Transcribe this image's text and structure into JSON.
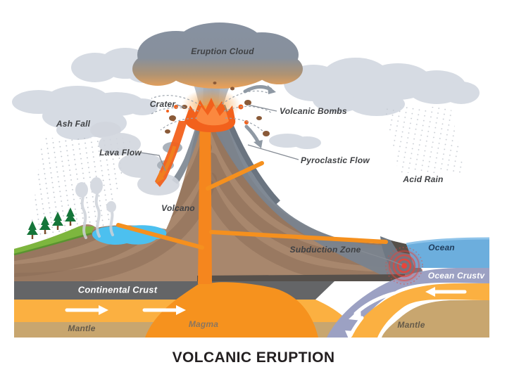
{
  "title": "VOLCANIC ERUPTION",
  "labels": {
    "eruption_cloud": "Eruption Cloud",
    "crater": "Crater",
    "ash_fall": "Ash Fall",
    "lava_flow": "Lava Flow",
    "volcanic_bombs": "Volcanic Bombs",
    "pyroclastic_flow": "Pyroclastic Flow",
    "acid_rain": "Acid Rain",
    "volcano": "Volcano",
    "subduction_zone": "Subduction Zone",
    "ocean": "Ocean",
    "ocean_crust": "Ocean Crustv",
    "continental_crust": "Continental Crust",
    "mantle_left": "Mantle",
    "magma": "Magma",
    "mantle_right": "Mantle"
  },
  "colors": {
    "background": "#ffffff",
    "ash_cloud": "#d6dbe3",
    "eruption_cloud_top": "#8791a0",
    "eruption_cloud_glow": "#eaa159",
    "volcano_brown": "#a8876d",
    "volcano_stripe": "#8d6e57",
    "slope_gray": "#79838e",
    "lava_orange": "#f2611c",
    "magma_orange": "#f6921e",
    "asthenosphere_orange": "#fbb041",
    "continental_crust_gray": "#646567",
    "mantle_tan": "#c8a66f",
    "ocean_blue": "#6caedd",
    "ocean_crust_lavender": "#9ca1c3",
    "lake_blue": "#4cc0ef",
    "grass_green": "#7db63e",
    "tree_green": "#157539",
    "earthquake_red": "#e8443a",
    "label_gray": "#3f4144"
  }
}
